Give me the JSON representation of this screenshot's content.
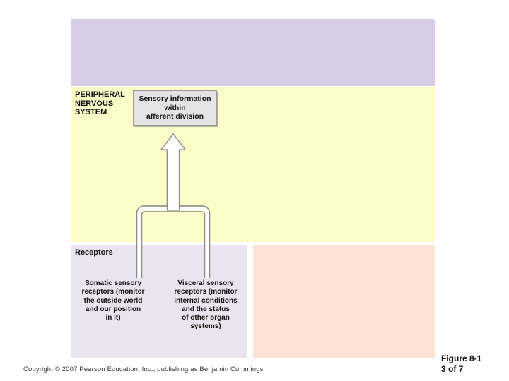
{
  "slide": {
    "regions": {
      "cns_panel_color": "#D6CCE6",
      "pns_panel_color": "#FCFCC8",
      "receptors_panel_color": "#EAE4F0",
      "effectors_panel_color": "#FCE3D5"
    },
    "labels": {
      "peripheral_nervous_system": "PERIPHERAL\nNERVOUS\nSYSTEM",
      "receptors": "Receptors"
    },
    "sensory_box": {
      "text": "Sensory information\nwithin\nafferent division",
      "fill_color": "#E4E4E4",
      "border_color": "#9A9A9A"
    },
    "receptor_groups": [
      {
        "name": "somatic",
        "text": "Somatic sensory\nreceptors (monitor\nthe outside world\nand our position\nin it)"
      },
      {
        "name": "visceral",
        "text": "Visceral sensory\nreceptors (monitor\ninternal conditions\nand the status\nof other organ\nsystems)"
      }
    ],
    "arrow": {
      "name": "afferent-flow-arrow",
      "fill_color": "#FFFFFF",
      "stroke_color": "#8C8C87",
      "direction": "upward"
    }
  },
  "footer": {
    "copyright": "Copyright © 2007 Pearson Education, Inc., publishing as Benjamin Cummings",
    "figure_number": "Figure 8-1",
    "page_counter": "3 of 7"
  }
}
